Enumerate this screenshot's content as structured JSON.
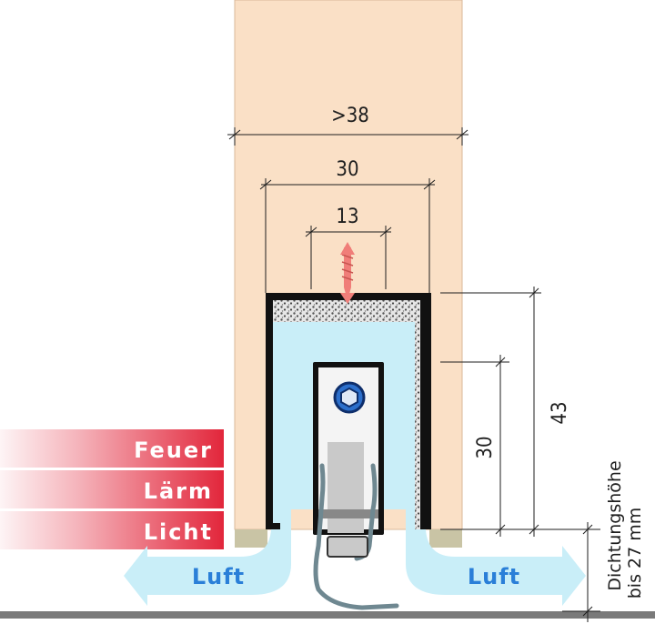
{
  "dimensions": {
    "door_thickness": ">38",
    "profile_width": "30",
    "screw_spacing": "13",
    "profile_height": "43",
    "seal_height": "30"
  },
  "labels": {
    "feuer": "Feuer",
    "laerm": "Lärm",
    "licht": "Licht",
    "luft_left": "Luft",
    "luft_right": "Luft"
  },
  "seal_note": {
    "line1": "Dichtungshöhe",
    "line2": "bis 27 mm"
  },
  "colors": {
    "door": "#fae0c6",
    "air": "#c9eef8",
    "luft_text": "#2a7fd8",
    "label_red": "#e2263b",
    "screw": "#f07e79",
    "floor": "#7a7a7a"
  },
  "icons": [
    "screw-icon",
    "hex-screw-icon"
  ]
}
